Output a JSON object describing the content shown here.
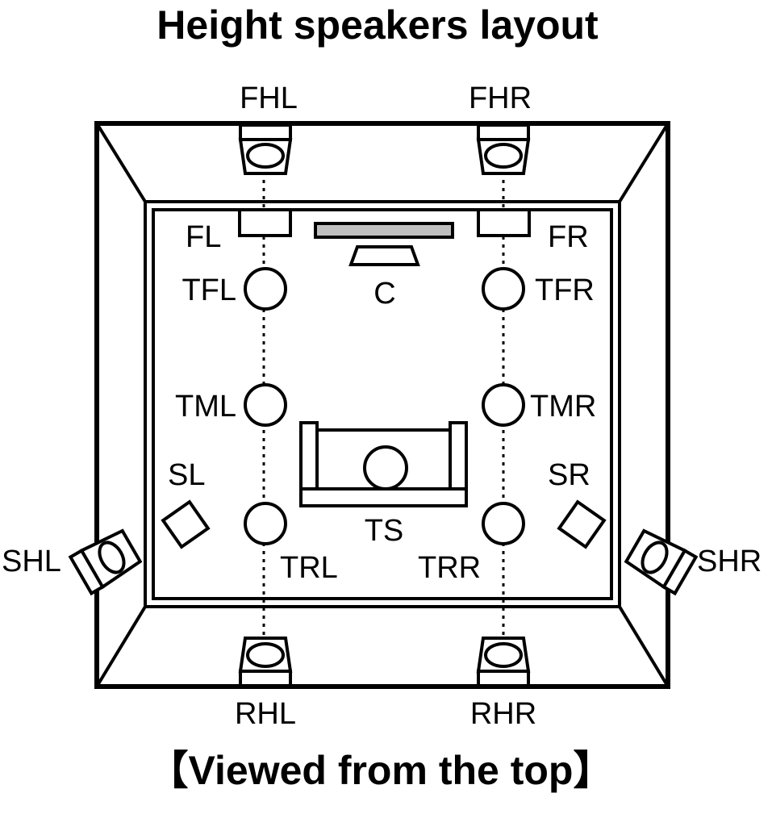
{
  "title": "Height speakers layout",
  "caption": "【Viewed from the top】",
  "colors": {
    "stroke": "#000000",
    "background": "#ffffff",
    "center_bar": "#bfbfbf"
  },
  "speakers": {
    "FHL": "FHL",
    "FHR": "FHR",
    "FL": "FL",
    "FR": "FR",
    "C": "C",
    "TFL": "TFL",
    "TFR": "TFR",
    "TML": "TML",
    "TMR": "TMR",
    "SL": "SL",
    "SR": "SR",
    "TRL": "TRL",
    "TRR": "TRR",
    "TS": "TS",
    "SHL": "SHL",
    "SHR": "SHR",
    "RHL": "RHL",
    "RHR": "RHR"
  }
}
